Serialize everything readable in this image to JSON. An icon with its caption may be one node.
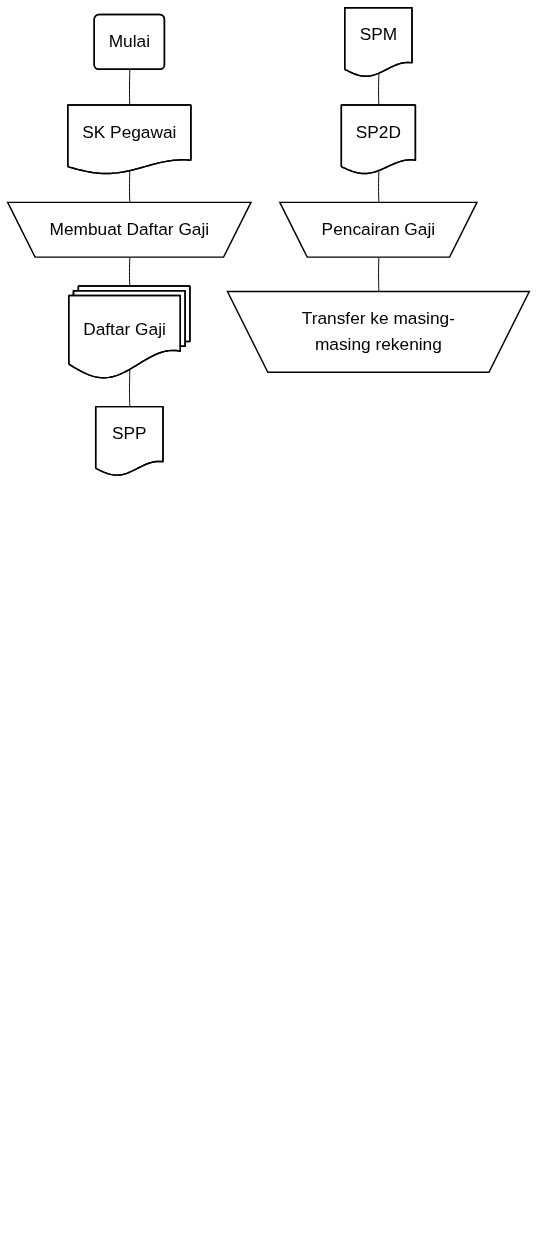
{
  "diagram": {
    "nodes": [
      {
        "text": [
          "Mulai"
        ]
      },
      {
        "text": [
          "SK Pegawai"
        ]
      },
      {
        "text": [
          "Membuat Daftar Gaji"
        ]
      },
      {
        "text": [
          "Daftar Gaji"
        ]
      },
      {
        "text": [
          "SPP"
        ]
      },
      {
        "text": [
          "SPM"
        ]
      },
      {
        "text": [
          "SP2D"
        ]
      },
      {
        "text": [
          "Pencairan Gaji"
        ]
      },
      {
        "text": [
          "Transfer ke masing-masing rekening"
        ]
      }
    ],
    "edges": [
      {
        "from": 0,
        "to": 1,
        "arrow": "none"
      },
      {
        "from": 1,
        "to": 2,
        "arrow": "none"
      },
      {
        "from": 2,
        "to": 3,
        "arrow": "none"
      },
      {
        "from": 3,
        "to": 4,
        "arrow": "none"
      },
      {
        "from": 5,
        "to": 6,
        "arrow": "none"
      },
      {
        "from": 6,
        "to": 7,
        "arrow": "none"
      },
      {
        "from": 7,
        "to": 8,
        "arrow": "none"
      }
    ]
  }
}
